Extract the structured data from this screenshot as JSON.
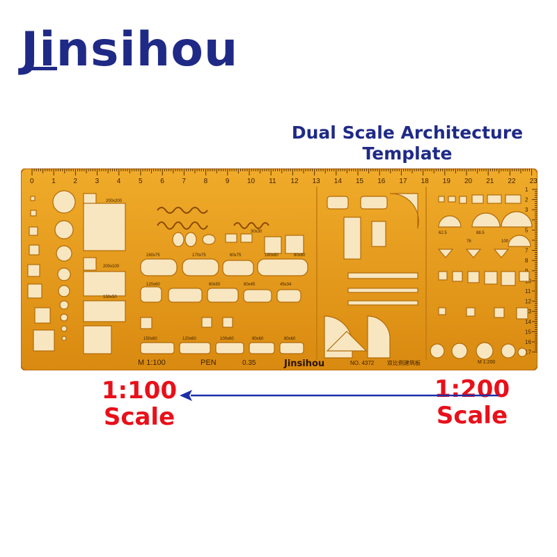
{
  "brand": {
    "name": "Jinsihou"
  },
  "headline": {
    "line1": "Dual Scale Architecture",
    "line2": "Template"
  },
  "ruler": {
    "top_numbers": [
      "0",
      "1",
      "2",
      "3",
      "4",
      "5",
      "6",
      "7",
      "8",
      "9",
      "10",
      "11",
      "12",
      "13",
      "14",
      "15",
      "16",
      "17",
      "18",
      "19",
      "20",
      "21",
      "22",
      "23"
    ],
    "right_numbers": [
      "1",
      "2",
      "3",
      "4",
      "5",
      "6",
      "7",
      "8",
      "9",
      "10",
      "11",
      "12",
      "13",
      "14",
      "15",
      "16",
      "17"
    ],
    "labels": {
      "m1_100": "M 1:100",
      "pen": "PEN",
      "pen_size": "0.35",
      "brand_small": "Jinsihou",
      "model": "NO. 4372",
      "chinese_name": "双比例建筑板",
      "m1_200": "M 1:200"
    },
    "dims": [
      "200x200",
      "200x100",
      "150x50",
      "160x75",
      "170x75",
      "60x75",
      "180x80",
      "80x80",
      "120x60",
      "60x50",
      "60x45",
      "45x34",
      "150x60",
      "120x60",
      "100x60",
      "90x60",
      "80x60",
      "62.5",
      "88.5",
      "76",
      "100",
      "30x30"
    ]
  },
  "annotations": {
    "left_scale": {
      "ratio": "1:100",
      "word": "Scale"
    },
    "right_scale": {
      "ratio": "1:200",
      "word": "Scale"
    }
  },
  "colors": {
    "brand": "#1f2a86",
    "plastic": "#e59a18",
    "plastic_dark": "#b96a0a",
    "scale_red": "#e8101a",
    "arrow_blue": "#1c2ea8"
  }
}
